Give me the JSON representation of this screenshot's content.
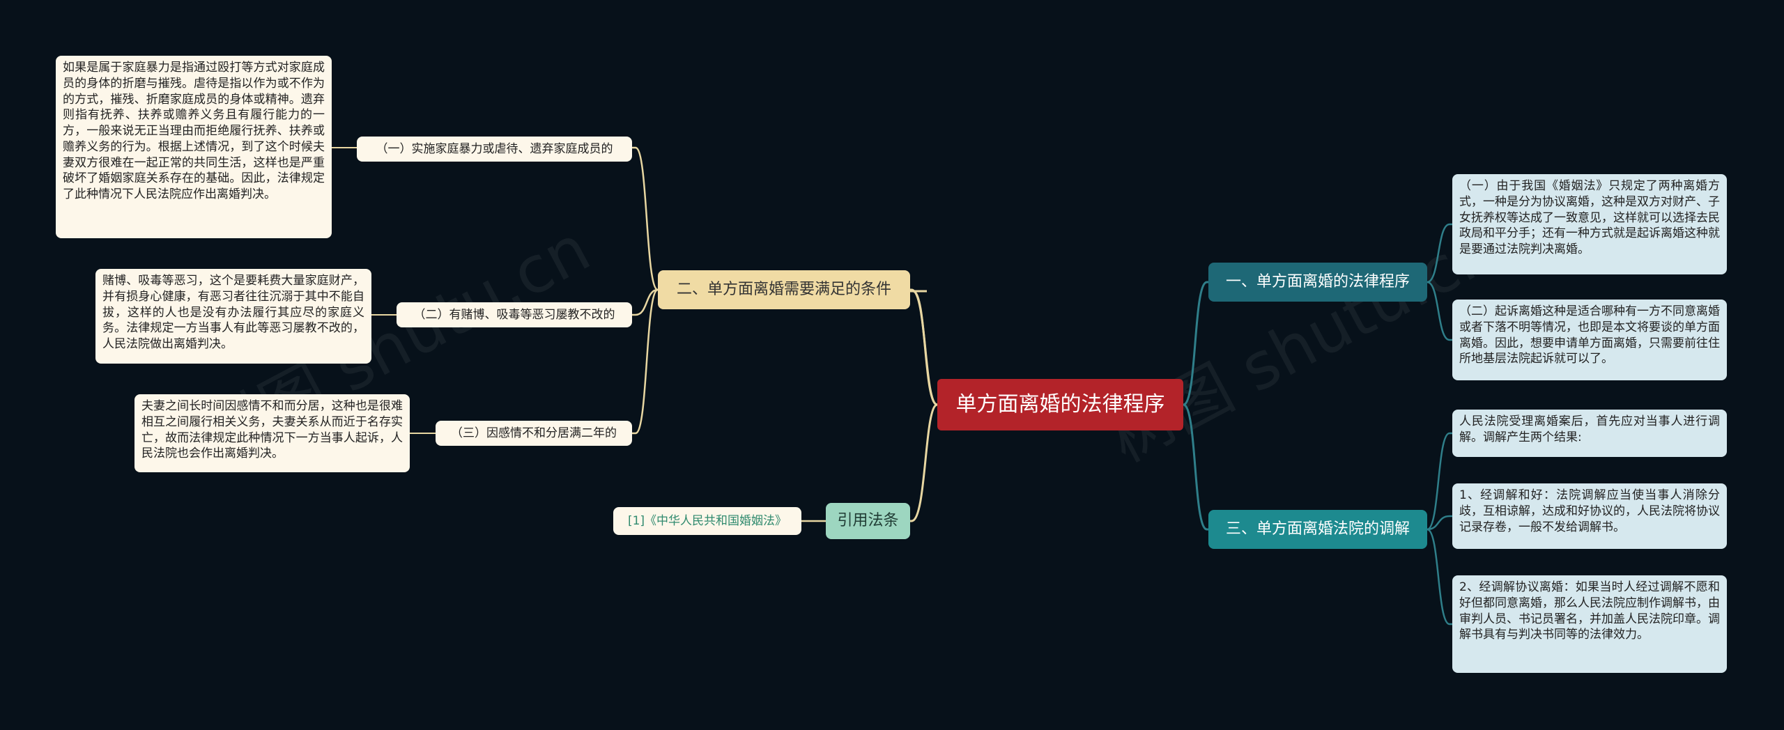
{
  "root": {
    "label": "单方面离婚的法律程序"
  },
  "left_branches": {
    "conditions": {
      "label": "二、单方面离婚需要满足的条件",
      "items": [
        {
          "label": "（一）实施家庭暴力或虐待、遗弃家庭成员的",
          "detail": "如果是属于家庭暴力是指通过殴打等方式对家庭成员的身体的折磨与摧残。虐待是指以作为或不作为的方式，摧残、折磨家庭成员的身体或精神。遗弃则指有抚养、扶养或赡养义务且有履行能力的一方，一般来说无正当理由而拒绝履行抚养、扶养或赡养义务的行为。根据上述情况，到了这个时候夫妻双方很难在一起正常的共同生活，这样也是严重破坏了婚姻家庭关系存在的基础。因此，法律规定了此种情况下人民法院应作出离婚判决。"
        },
        {
          "label": "（二）有赌博、吸毒等恶习屡教不改的",
          "detail": "赌博、吸毒等恶习，这个是要耗费大量家庭财产，并有损身心健康，有恶习者往往沉溺于其中不能自拔，这样的人也是没有办法履行其应尽的家庭义务。法律规定一方当事人有此等恶习屡教不改的，人民法院做出离婚判决。"
        },
        {
          "label": "（三）因感情不和分居满二年的",
          "detail": "夫妻之间长时间因感情不和而分居，这种也是很难相互之间履行相关义务，夫妻关系从而近于名存实亡，故而法律规定此种情况下一方当事人起诉，人民法院也会作出离婚判决。"
        }
      ]
    },
    "citations": {
      "label": "引用法条",
      "items": [
        {
          "label": "[1]《中华人民共和国婚姻法》"
        }
      ]
    }
  },
  "right_branches": {
    "procedure": {
      "label": "一、单方面离婚的法律程序",
      "items": [
        {
          "detail": "（一）由于我国《婚姻法》只规定了两种离婚方式，一种是分为协议离婚，这种是双方对财产、子女抚养权等达成了一致意见，这样就可以选择去民政局和平分手；还有一种方式就是起诉离婚这种就是要通过法院判决离婚。"
        },
        {
          "detail": "（二）起诉离婚这种是适合哪种有一方不同意离婚或者下落不明等情况，也即是本文将要谈的单方面离婚。因此，想要申请单方面离婚，只需要前往住所地基层法院起诉就可以了。"
        }
      ]
    },
    "mediation": {
      "label": "三、单方面离婚法院的调解",
      "items": [
        {
          "detail": "人民法院受理离婚案后，首先应对当事人进行调解。调解产生两个结果:"
        },
        {
          "detail": "1、经调解和好：法院调解应当使当事人消除分歧，互相谅解，达成和好协议的，人民法院将协议记录存卷，一般不发给调解书。"
        },
        {
          "detail": "2、经调解协议离婚：如果当时人经过调解不愿和好但都同意离婚，那么人民法院应制作调解书，由审判人员、书记员署名，并加盖人民法院印章。调解书具有与判决书同等的法律效力。"
        }
      ]
    }
  },
  "colors": {
    "background": "#07111a",
    "root": "#b32329",
    "line_left": "#e8d7a2",
    "line_right": "#2f7f8a"
  }
}
